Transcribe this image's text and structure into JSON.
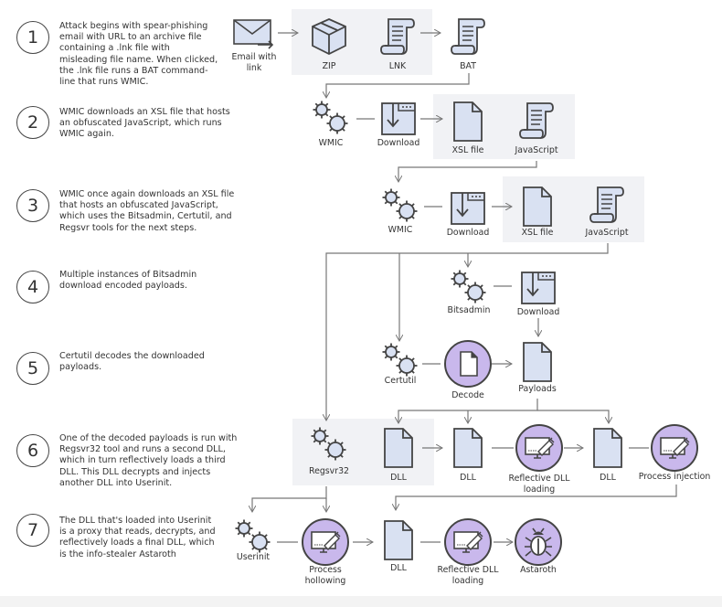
{
  "diagram": {
    "title": "Astaroth attack chain",
    "colors": {
      "icon_fill": "#d9e1f2",
      "icon_stroke": "#444444",
      "process_circle_fill": "#c9b8ec",
      "process_circle_stroke": "#444444",
      "connector": "#777777",
      "panel_bg": "#f1f2f5"
    },
    "steps": [
      {
        "number": "1",
        "text": "Attack begins with spear-phishing email with URL to an archive file containing a .lnk file with misleading file name. When clicked, the .lnk file runs a BAT command-line that runs WMIC."
      },
      {
        "number": "2",
        "text": "WMIC downloads an XSL file that hosts an obfuscated JavaScript, which runs WMIC again."
      },
      {
        "number": "3",
        "text": "WMIC once again downloads an XSL file that hosts an obfuscated JavaScript, which uses the Bitsadmin, Certutil, and Regsvr tools for the next steps."
      },
      {
        "number": "4",
        "text": "Multiple instances of Bitsadmin download encoded payloads."
      },
      {
        "number": "5",
        "text": "Certutil decodes the downloaded payloads."
      },
      {
        "number": "6",
        "text": "One of the decoded payloads is run with Regsvr32 tool and runs a second DLL, which in turn reflectively loads a third DLL. This DLL decrypts and injects another DLL into Userinit."
      },
      {
        "number": "7",
        "text": "The DLL that's loaded into Userinit is a proxy that reads, decrypts, and reflectively loads a final DLL, which is the info-stealer Astaroth"
      }
    ],
    "nodes": {
      "email": {
        "label": "Email with link",
        "icon": "email-icon"
      },
      "zip": {
        "label": "ZIP",
        "icon": "box-icon"
      },
      "lnk": {
        "label": "LNK",
        "icon": "scroll-icon"
      },
      "bat": {
        "label": "BAT",
        "icon": "scroll-icon"
      },
      "wmic1": {
        "label": "WMIC",
        "icon": "gears-icon"
      },
      "download1": {
        "label": "Download",
        "icon": "download-window-icon"
      },
      "xsl1": {
        "label": "XSL file",
        "icon": "document-icon"
      },
      "js1": {
        "label": "JavaScript",
        "icon": "scroll-icon"
      },
      "wmic2": {
        "label": "WMIC",
        "icon": "gears-icon"
      },
      "download2": {
        "label": "Download",
        "icon": "download-window-icon"
      },
      "xsl2": {
        "label": "XSL file",
        "icon": "document-icon"
      },
      "js2": {
        "label": "JavaScript",
        "icon": "scroll-icon"
      },
      "bitsadmin": {
        "label": "Bitsadmin",
        "icon": "gears-icon"
      },
      "download3": {
        "label": "Download",
        "icon": "download-window-icon"
      },
      "certutil": {
        "label": "Certutil",
        "icon": "gears-icon"
      },
      "decode": {
        "label": "Decode",
        "icon": "decode-circle-icon"
      },
      "payloads": {
        "label": "Payloads",
        "icon": "document-icon"
      },
      "regsvr32": {
        "label": "Regsvr32",
        "icon": "gears-icon"
      },
      "dll1": {
        "label": "DLL",
        "icon": "document-icon"
      },
      "dll2": {
        "label": "DLL",
        "icon": "document-icon"
      },
      "reflective1": {
        "label": "Reflective DLL loading",
        "icon": "monitor-inject-circle-icon"
      },
      "dll3": {
        "label": "DLL",
        "icon": "document-icon"
      },
      "injection": {
        "label": "Process injection",
        "icon": "monitor-inject-circle-icon"
      },
      "userinit": {
        "label": "Userinit",
        "icon": "gears-icon"
      },
      "hollowing": {
        "label": "Process hollowing",
        "icon": "monitor-inject-circle-icon"
      },
      "dll4": {
        "label": "DLL",
        "icon": "document-icon"
      },
      "reflective2": {
        "label": "Reflective DLL loading",
        "icon": "monitor-inject-circle-icon"
      },
      "astaroth": {
        "label": "Astaroth",
        "icon": "bug-circle-icon"
      }
    }
  }
}
